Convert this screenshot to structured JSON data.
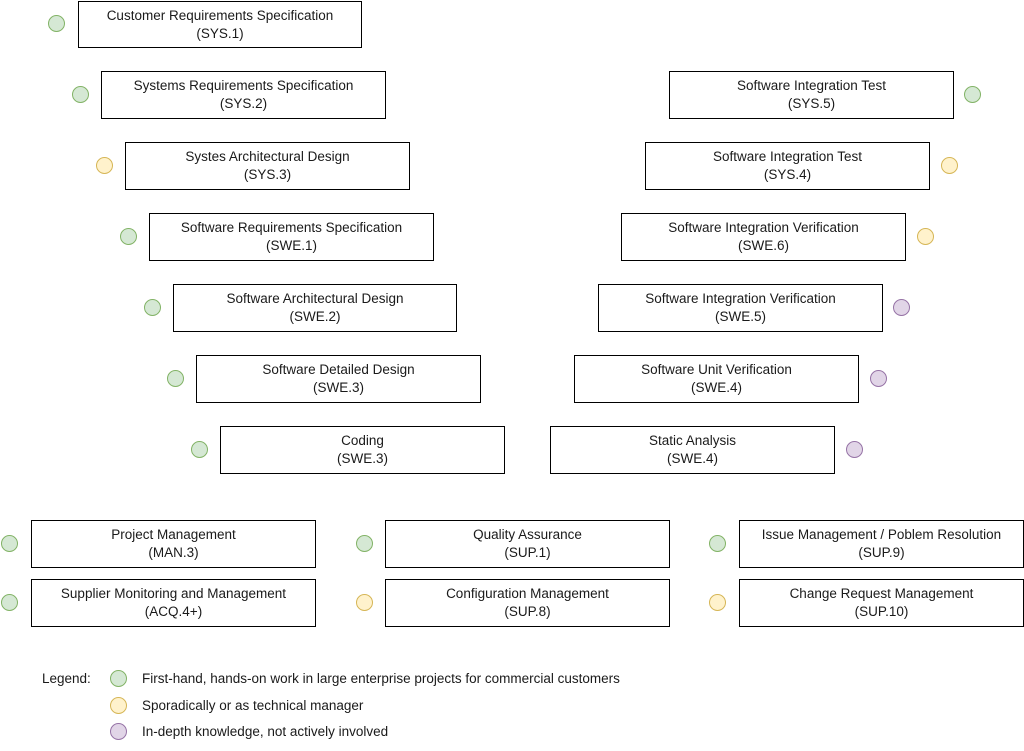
{
  "left_column": [
    {
      "title": "Customer Requirements Specification",
      "code": "(SYS.1)",
      "status": "green"
    },
    {
      "title": "Systems Requirements Specification",
      "code": "(SYS.2)",
      "status": "green"
    },
    {
      "title": "Systes Architectural Design",
      "code": "(SYS.3)",
      "status": "yellow"
    },
    {
      "title": "Software Requirements Specification",
      "code": "(SWE.1)",
      "status": "green"
    },
    {
      "title": "Software Architectural Design",
      "code": "(SWE.2)",
      "status": "green"
    },
    {
      "title": "Software Detailed Design",
      "code": "(SWE.3)",
      "status": "green"
    },
    {
      "title": "Coding",
      "code": "(SWE.3)",
      "status": "green"
    }
  ],
  "right_column": [
    {
      "title": "Software Integration Test",
      "code": "(SYS.5)",
      "status": "green"
    },
    {
      "title": "Software Integration Test",
      "code": "(SYS.4)",
      "status": "yellow"
    },
    {
      "title": "Software Integration Verification",
      "code": "(SWE.6)",
      "status": "yellow"
    },
    {
      "title": "Software Integration Verification",
      "code": "(SWE.5)",
      "status": "purple"
    },
    {
      "title": "Software Unit Verification",
      "code": "(SWE.4)",
      "status": "purple"
    },
    {
      "title": "Static Analysis",
      "code": "(SWE.4)",
      "status": "purple"
    }
  ],
  "support_processes": [
    {
      "title": "Project Management",
      "code": "(MAN.3)",
      "status": "green"
    },
    {
      "title": "Quality Assurance",
      "code": "(SUP.1)",
      "status": "green"
    },
    {
      "title": "Issue Management / Poblem Resolution",
      "code": "(SUP.9)",
      "status": "green"
    },
    {
      "title": "Supplier Monitoring and Management",
      "code": "(ACQ.4+)",
      "status": "green"
    },
    {
      "title": "Configuration Management",
      "code": "(SUP.8)",
      "status": "yellow"
    },
    {
      "title": "Change Request Management",
      "code": "(SUP.10)",
      "status": "yellow"
    }
  ],
  "legend": {
    "label": "Legend:",
    "items": [
      {
        "status": "green",
        "text": "First-hand, hands-on work in large enterprise projects for commercial customers"
      },
      {
        "status": "yellow",
        "text": "Sporadically or as technical manager"
      },
      {
        "status": "purple",
        "text": "In-depth knowledge, not actively involved"
      }
    ]
  },
  "colors": {
    "green_fill": "#d5e8d4",
    "green_stroke": "#82b366",
    "yellow_fill": "#fff2cc",
    "yellow_stroke": "#d6b656",
    "purple_fill": "#e1d5e7",
    "purple_stroke": "#9673a6"
  }
}
